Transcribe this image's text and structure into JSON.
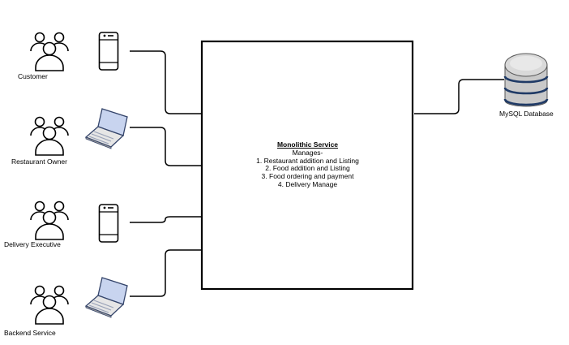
{
  "actors": [
    {
      "label": "Customer",
      "device": "mobile-phone-icon"
    },
    {
      "label": "Restaurant Owner",
      "device": "laptop-icon"
    },
    {
      "label": "Delivery Executive",
      "device": "mobile-phone-icon"
    },
    {
      "label": "Backend Service",
      "device": "laptop-icon"
    }
  ],
  "service": {
    "title": "Monolithic Service",
    "subtitle": "Manages-",
    "items": [
      "1. Restaurant addition and Listing",
      "2. Food addition and Listing",
      "3. Food ordering and payment",
      "4. Delivery Manage"
    ]
  },
  "database": {
    "label": "MySQL Database",
    "icon": "database-cylinder-icon"
  },
  "colors": {
    "stroke": "#000000",
    "db_band": "#1f3a66",
    "db_body": "#c9c9c9",
    "laptop_screen": "#c8d4ef"
  }
}
